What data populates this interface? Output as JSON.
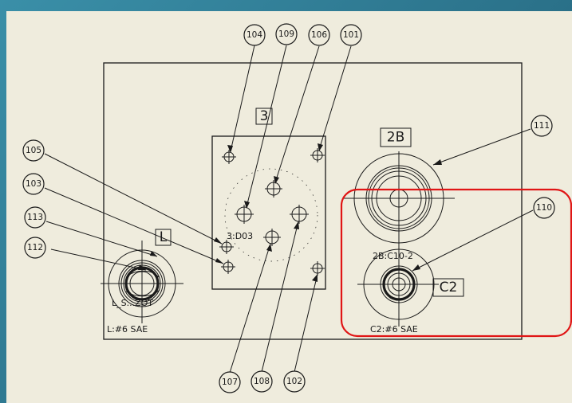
{
  "callouts": [
    "104",
    "109",
    "106",
    "101",
    "111",
    "105",
    "103",
    "113",
    "112",
    "110",
    "107",
    "108",
    "102"
  ],
  "cavity_tags": {
    "center": "3",
    "left": "L",
    "upper_right": "2B",
    "lower_right": "C2"
  },
  "labels": {
    "center_cavity": "3:D03",
    "upper_right_cavity": "2B:C10-2",
    "left_port_type": "L_S...ZOT",
    "left_port": "L:#6 SAE",
    "right_port": "C2:#6 SAE"
  },
  "colors": {
    "background": "#2d7d96",
    "paper": "#efecdd",
    "ink": "#1a1a1a",
    "highlight": "#e01515"
  }
}
